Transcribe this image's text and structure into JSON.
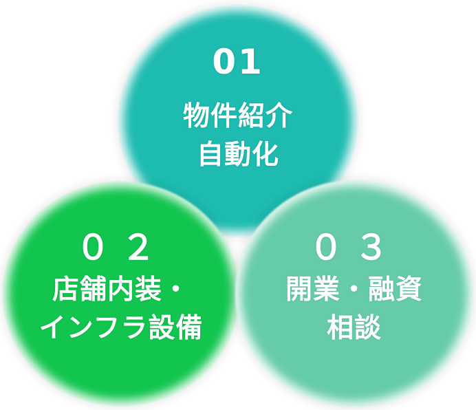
{
  "items": [
    {
      "number": "01",
      "line1": "物件紹介",
      "line2": "自動化",
      "color": "#1dbbb0"
    },
    {
      "number": "０２",
      "line1": "店舗内装・",
      "line2": "インフラ設備",
      "color": "#11c54e"
    },
    {
      "number": "０３",
      "line1": "開業・融資",
      "line2": "相談",
      "color": "#66cca8"
    }
  ]
}
